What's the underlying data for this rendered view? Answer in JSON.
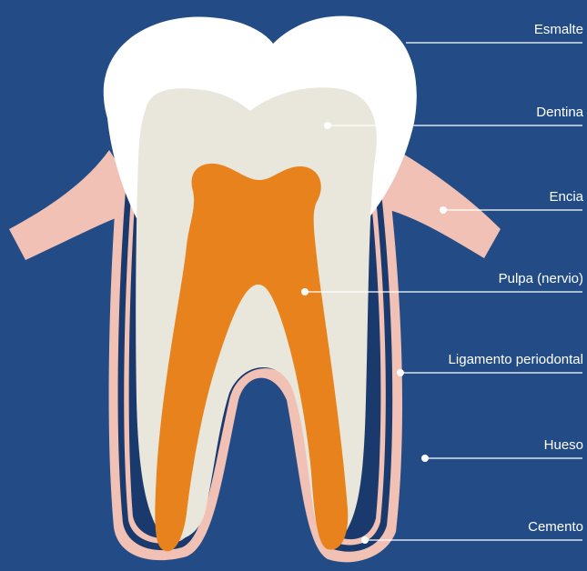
{
  "colors": {
    "background": "#234c86",
    "enamel": "#ffffff",
    "dentin": "#e9e6dc",
    "pulp": "#e8821c",
    "gum": "#f0c1b4",
    "ligament_line": "#1a3a6e",
    "leader_line": "#ffffff"
  },
  "labels": {
    "esmalte": "Esmalte",
    "dentina": "Dentina",
    "encia": "Encia",
    "pulpa": "Pulpa (nervio)",
    "ligamento": "Ligamento periodontal",
    "hueso": "Hueso",
    "cemento": "Cemento"
  }
}
